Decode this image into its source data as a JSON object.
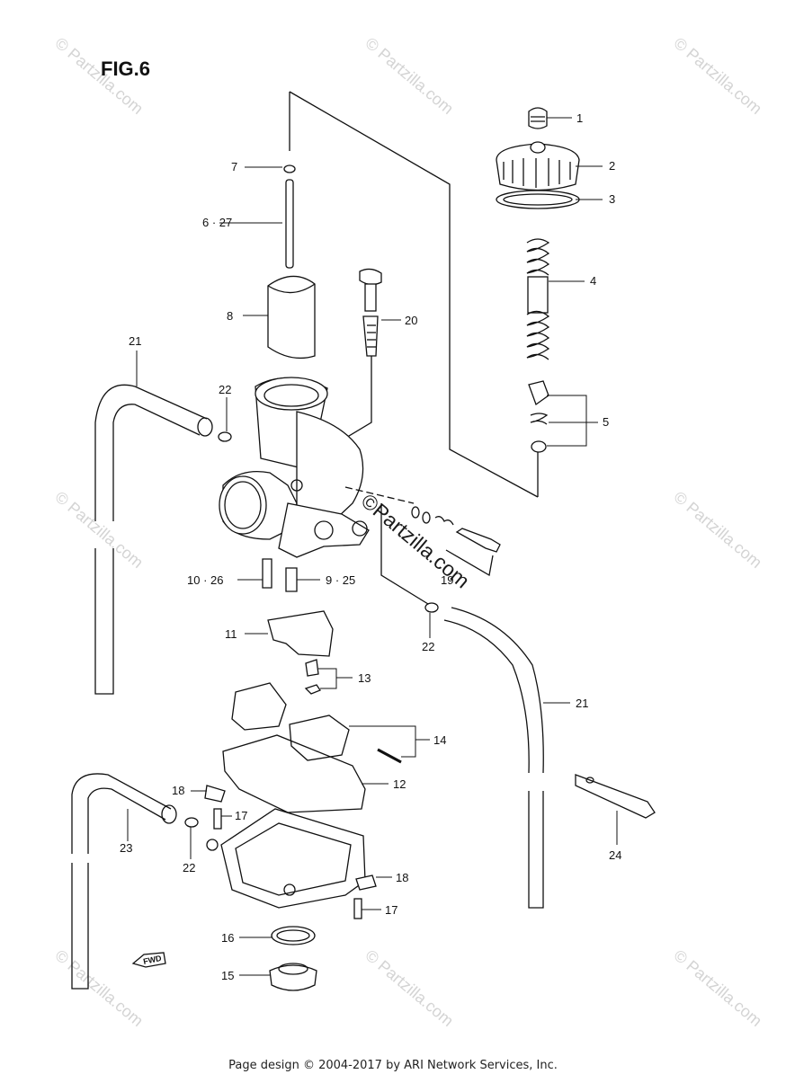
{
  "figure": {
    "title": "FIG.6"
  },
  "footer": {
    "text": "Page design © 2004-2017 by ARI Network Services, Inc."
  },
  "watermark": {
    "text": "© Partzilla.com",
    "center_text": "©Partzilla.com"
  },
  "direction_marker": {
    "text": "FWD"
  },
  "callouts": [
    {
      "id": "1",
      "text": "1"
    },
    {
      "id": "2",
      "text": "2"
    },
    {
      "id": "3",
      "text": "3"
    },
    {
      "id": "4",
      "text": "4"
    },
    {
      "id": "5",
      "text": "5"
    },
    {
      "id": "7",
      "text": "7"
    },
    {
      "id": "6-27",
      "text": "6 · 27"
    },
    {
      "id": "8",
      "text": "8"
    },
    {
      "id": "20",
      "text": "20"
    },
    {
      "id": "21-left",
      "text": "21"
    },
    {
      "id": "22-top",
      "text": "22"
    },
    {
      "id": "19",
      "text": "19"
    },
    {
      "id": "10-26",
      "text": "10 · 26"
    },
    {
      "id": "9-25",
      "text": "9 · 25"
    },
    {
      "id": "22-mid",
      "text": "22"
    },
    {
      "id": "11",
      "text": "11"
    },
    {
      "id": "13",
      "text": "13"
    },
    {
      "id": "21-right",
      "text": "21"
    },
    {
      "id": "14",
      "text": "14"
    },
    {
      "id": "12",
      "text": "12"
    },
    {
      "id": "18-left",
      "text": "18"
    },
    {
      "id": "17-upper",
      "text": "17"
    },
    {
      "id": "23",
      "text": "23"
    },
    {
      "id": "22-bottom",
      "text": "22"
    },
    {
      "id": "24",
      "text": "24"
    },
    {
      "id": "18-right",
      "text": "18"
    },
    {
      "id": "17-lower",
      "text": "17"
    },
    {
      "id": "16",
      "text": "16"
    },
    {
      "id": "15",
      "text": "15"
    }
  ]
}
